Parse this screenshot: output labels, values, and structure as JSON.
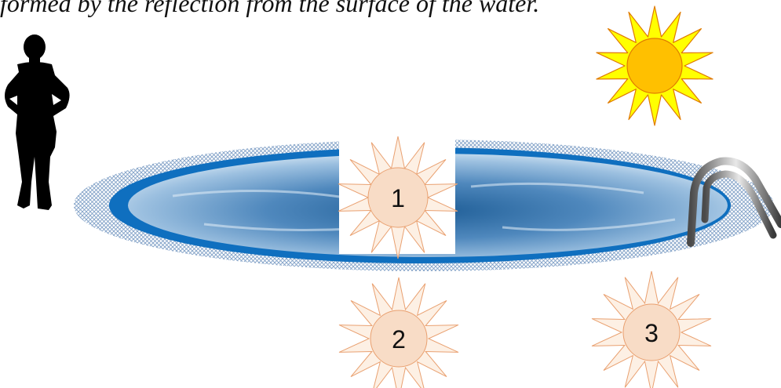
{
  "caption": "formed by the reflection from the surface of the water.",
  "labels": {
    "image1": "1",
    "image2": "2",
    "image3": "3"
  },
  "colors": {
    "sun_fill": "#ffc000",
    "sun_rays": "#ffff00",
    "sun_outline": "#e07b00",
    "image_fill": "#f8dcc6",
    "image_outline": "#e9a070",
    "water_dark": "#2e6fa8",
    "water_light": "#c9def0",
    "pool_rim": "#0f6fbf",
    "deck": "#8aa8cc",
    "person": "#000000"
  },
  "icons": {
    "observer": "person-silhouette-icon",
    "sun": "sun-icon",
    "ladder": "pool-ladder-icon"
  }
}
